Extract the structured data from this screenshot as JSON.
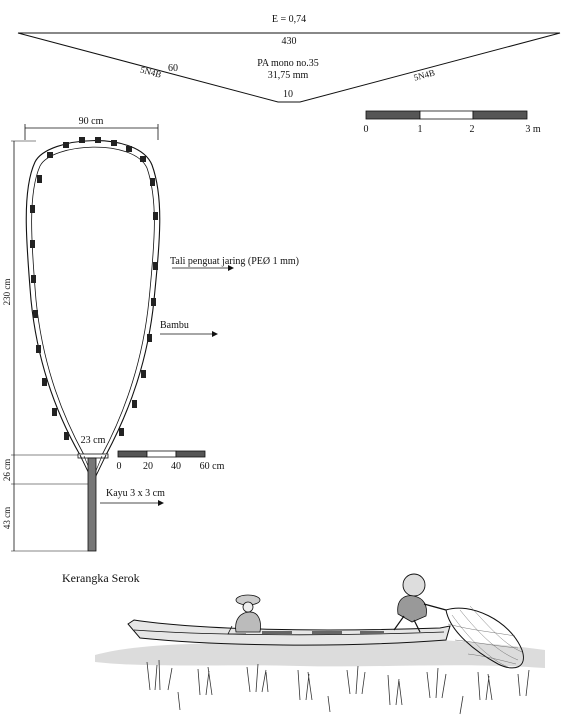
{
  "net_spec": {
    "efficiency": "E = 0,74",
    "top_width": "430",
    "left_depth": "60",
    "left_cut": "5N4B",
    "right_cut": "5N4B",
    "material": "PA mono no.35",
    "mesh_size": "31,75 mm",
    "bottom_width": "10"
  },
  "scale_bar_large": {
    "labels": [
      "0",
      "1",
      "2",
      "3 m"
    ],
    "segment_colors": [
      "#555555",
      "#ffffff",
      "#555555"
    ]
  },
  "frame": {
    "width_label": "90 cm",
    "height_label": "230 cm",
    "neck_width_label": "23 cm",
    "neck_height_label": "26 cm",
    "handle_length_label": "43 cm",
    "rope_label": "Tali penguat jaring (PEØ  1 mm)",
    "bamboo_label": "Bambu",
    "handle_label": "Kayu 3 x 3 cm"
  },
  "scale_bar_small": {
    "labels": [
      "0",
      "20",
      "40",
      "60 cm"
    ],
    "segment_colors": [
      "#555555",
      "#ffffff",
      "#555555"
    ]
  },
  "caption": "Kerangka Serok",
  "colors": {
    "line": "#111111",
    "bar_dark": "#555555",
    "node": "#222222",
    "water": "#d9d9d9",
    "boat": "#e6e6e6"
  }
}
